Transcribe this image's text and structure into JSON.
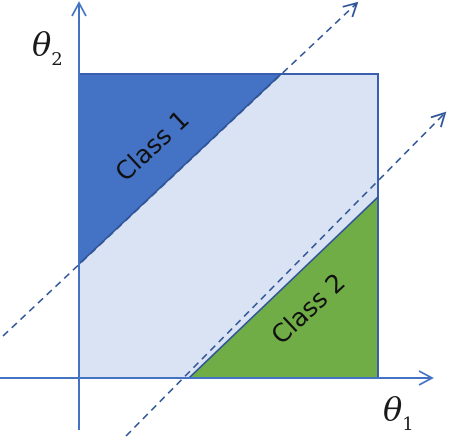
{
  "labels": {
    "y_axis": {
      "var": "θ",
      "sub": "2"
    },
    "x_axis": {
      "var": "θ",
      "sub": "1"
    },
    "class_1": "Class 1",
    "class_2": "Class 2"
  },
  "colors": {
    "region_class_1": "#4472C4",
    "region_middle": "#DAE3F3",
    "region_class_2": "#70AD47",
    "square_border": "#3A5FB0",
    "axis": "#4472C4",
    "boundary_line": "#2F5597"
  }
}
